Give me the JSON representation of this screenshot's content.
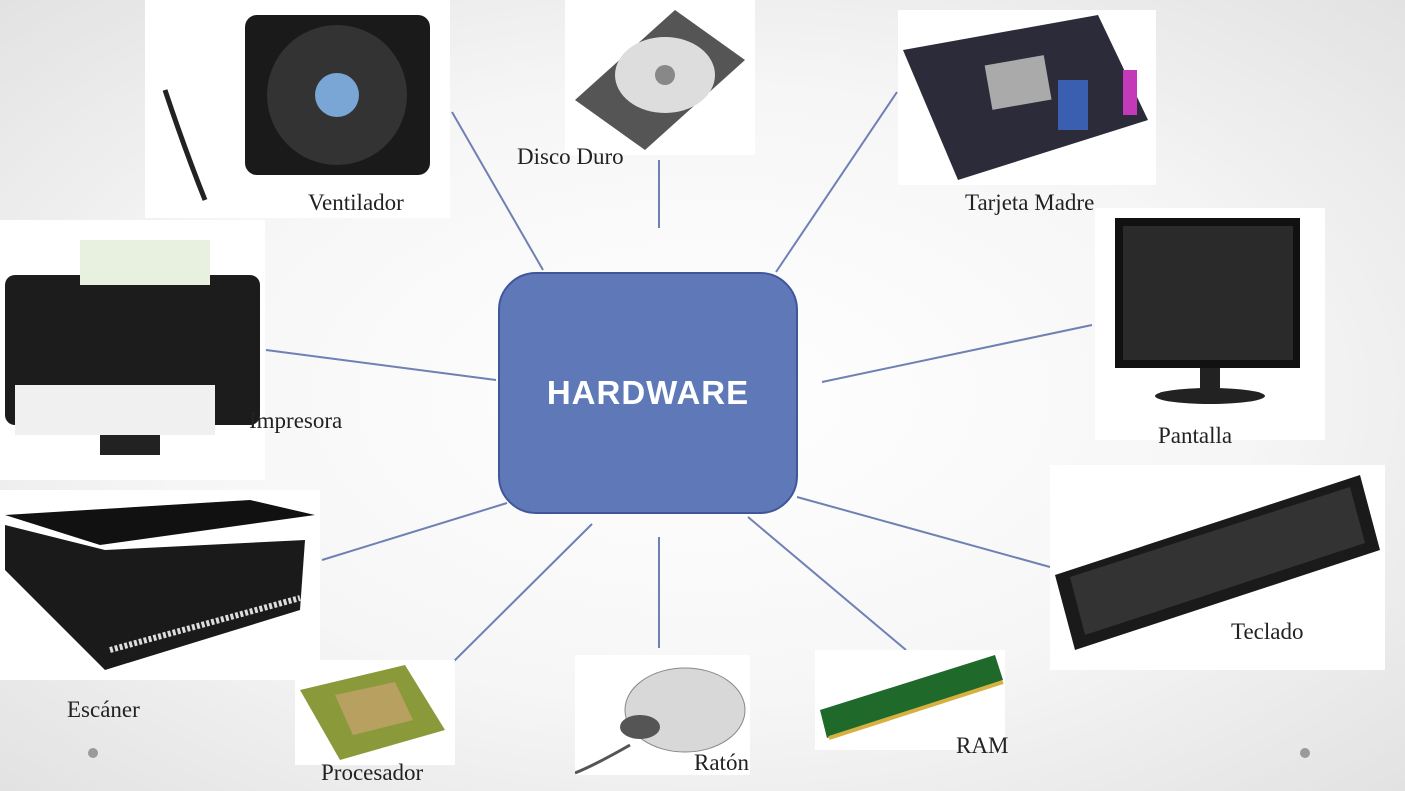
{
  "center": {
    "title": "HARDWARE",
    "fill": "#5f78b7",
    "border": "#41569a"
  },
  "components": [
    {
      "id": "ventilador",
      "label": "Ventilador",
      "icon": "fan-icon"
    },
    {
      "id": "disco",
      "label": "Disco Duro",
      "icon": "hard-drive-icon"
    },
    {
      "id": "tarjeta",
      "label": "Tarjeta Madre",
      "icon": "motherboard-icon"
    },
    {
      "id": "impresora",
      "label": "Impresora",
      "icon": "printer-icon"
    },
    {
      "id": "pantalla",
      "label": "Pantalla",
      "icon": "monitor-icon"
    },
    {
      "id": "teclado",
      "label": "Teclado",
      "icon": "keyboard-icon"
    },
    {
      "id": "escaner",
      "label": "Escáner",
      "icon": "scanner-icon"
    },
    {
      "id": "procesador",
      "label": "Procesador",
      "icon": "cpu-icon"
    },
    {
      "id": "raton",
      "label": "Ratón",
      "icon": "mouse-icon"
    },
    {
      "id": "ram",
      "label": "RAM",
      "icon": "ram-icon"
    }
  ],
  "line_color": "#6f80b3"
}
